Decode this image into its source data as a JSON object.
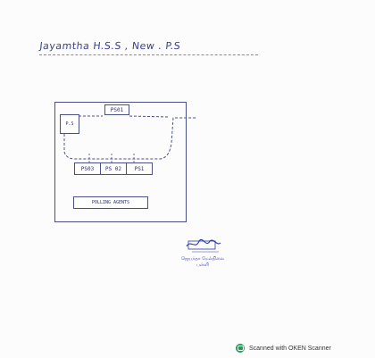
{
  "document": {
    "heading": "Jayamtha  H.S.S ,  New . P.S",
    "plan_boxes": {
      "top_booth": "PS01",
      "corner_box": "P.S",
      "row_booths": [
        "PS03",
        "PS 02",
        "PS1"
      ],
      "polling_agents": "POLLING AGENTS"
    },
    "seal_lines": [
      "ஜெயந்தா மேல்நிலை",
      "பள்ளி"
    ],
    "footer_text": "Scanned with OKEN Scanner"
  }
}
